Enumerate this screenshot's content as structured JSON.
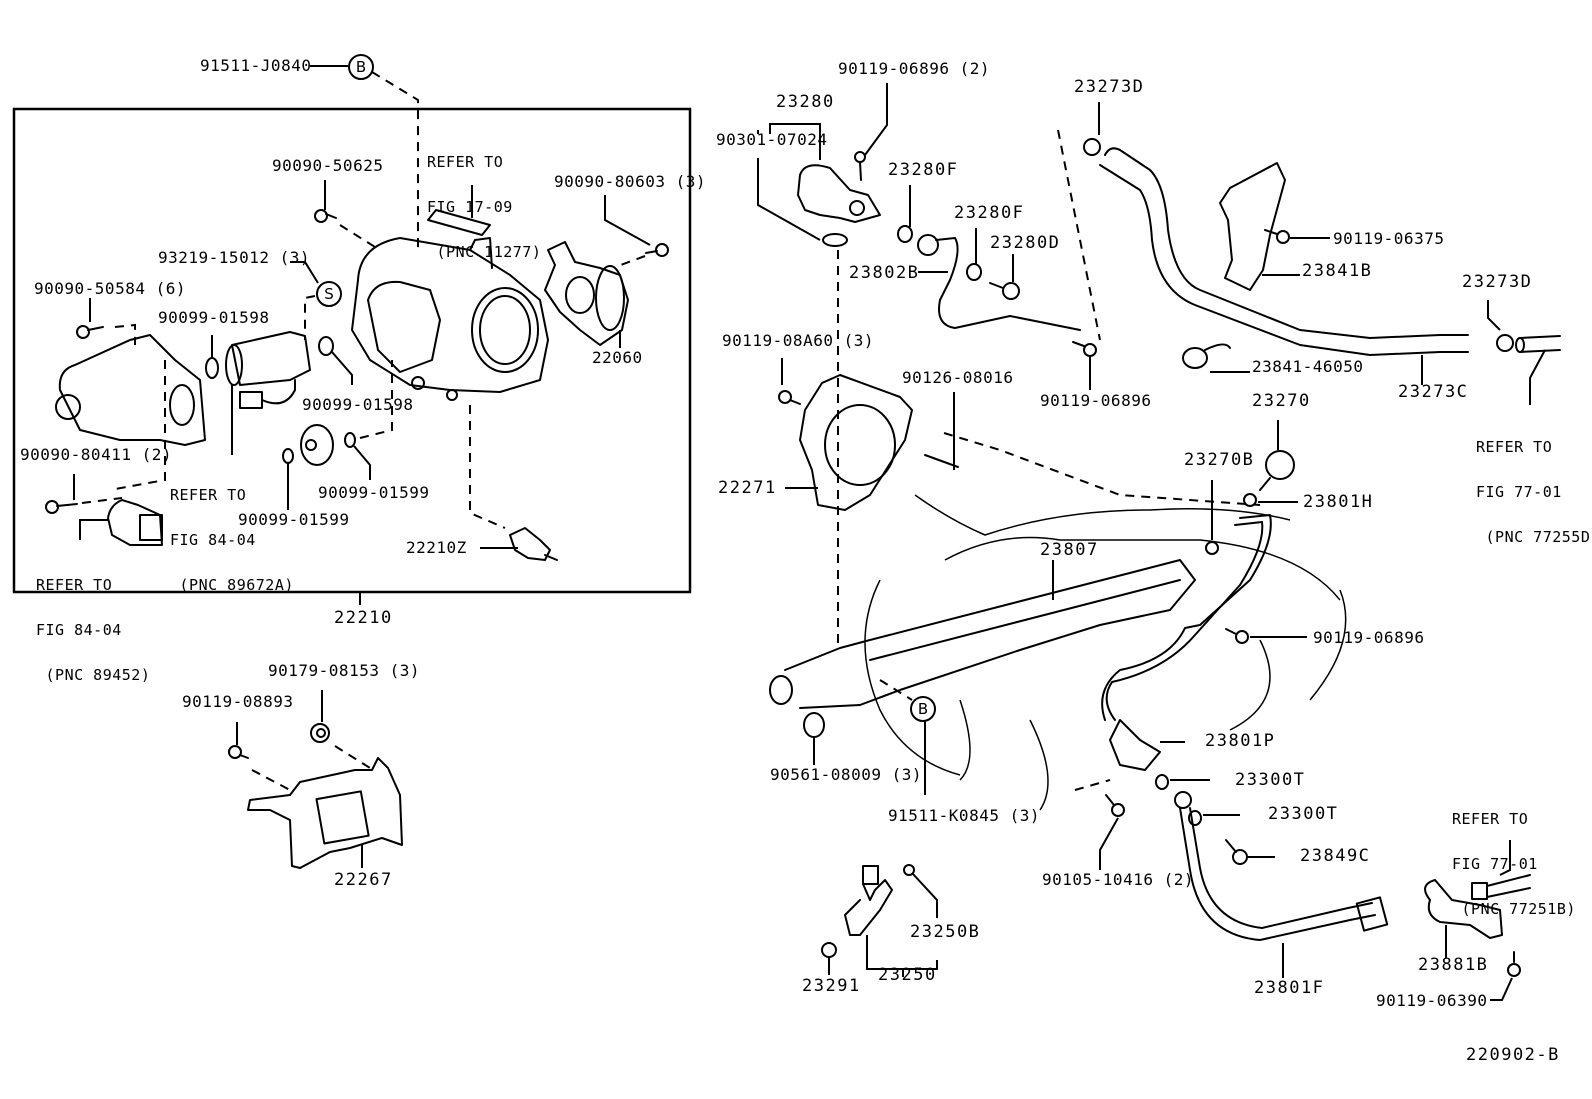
{
  "diagram": {
    "title": "Throttle body & fuel rail parts diagram",
    "figure_id": "220902-B",
    "assembly_box_label": "22210",
    "markers": {
      "b_top": "B",
      "s": "S",
      "b_bottom": "B"
    },
    "left_box": {
      "labels": {
        "p91511_j0840": "91511-J0840",
        "p90090_50625": "90090-50625",
        "p90090_80603": "90090-80603 (3)",
        "p93219_15012": "93219-15012 (3)",
        "p90090_50584": "90090-50584 (6)",
        "p90099_01598_a": "90099-01598",
        "p90099_01598_b": "90099-01598",
        "p22060": "22060",
        "p90090_80411": "90090-80411 (2)",
        "p90099_01599_a": "90099-01599",
        "p90099_01599_b": "90099-01599",
        "p22210z": "22210Z"
      },
      "refer_notes": {
        "fig_17_09": [
          "REFER TO",
          "FIG 17-09",
          " (PNC 11277)"
        ],
        "fig_84_04_a": [
          "REFER TO",
          "FIG 84-04",
          " (PNC 89672A)"
        ],
        "fig_84_04_b": [
          "REFER TO",
          "FIG 84-04",
          " (PNC 89452)"
        ]
      }
    },
    "bracket_group": {
      "p90179_08153": "90179-08153 (3)",
      "p90119_08893": "90119-08893",
      "p22267": "22267"
    },
    "right_group": {
      "labels": {
        "p90119_06896_2": "90119-06896 (2)",
        "p23280": "23280",
        "p90301_07024": "90301-07024",
        "p23280f_a": "23280F",
        "p23280f_b": "23280F",
        "p23280d": "23280D",
        "p23802b": "23802B",
        "p23273d_a": "23273D",
        "p23273d_b": "23273D",
        "p90119_06375": "90119-06375",
        "p23841b": "23841B",
        "p23841_46050": "23841-46050",
        "p23273c": "23273C",
        "p90119_08a60": "90119-08A60 (3)",
        "p90126_08016": "90126-08016",
        "p90119_06896_a": "90119-06896",
        "p23270": "23270",
        "p23270b": "23270B",
        "p23801h": "23801H",
        "p22271": "22271",
        "p23807": "23807",
        "p90119_06896_b": "90119-06896",
        "p23801p": "23801P",
        "p90561_08009": "90561-08009 (3)",
        "p91511_k0845": "91511-K0845 (3)",
        "p23300t_a": "23300T",
        "p23300t_b": "23300T",
        "p23849c": "23849C",
        "p90105_10416": "90105-10416 (2)",
        "p23250b": "23250B",
        "p23250": "23250",
        "p23291": "23291",
        "p23801f": "23801F",
        "p23881b": "23881B",
        "p90119_06390": "90119-06390"
      },
      "refer_notes": {
        "fig_77_01_a": [
          "REFER TO",
          "FIG 77-01",
          " (PNC 77255D)"
        ],
        "fig_77_01_b": [
          "REFER TO",
          "FIG 77-01",
          " (PNC 77251B)"
        ]
      }
    }
  }
}
